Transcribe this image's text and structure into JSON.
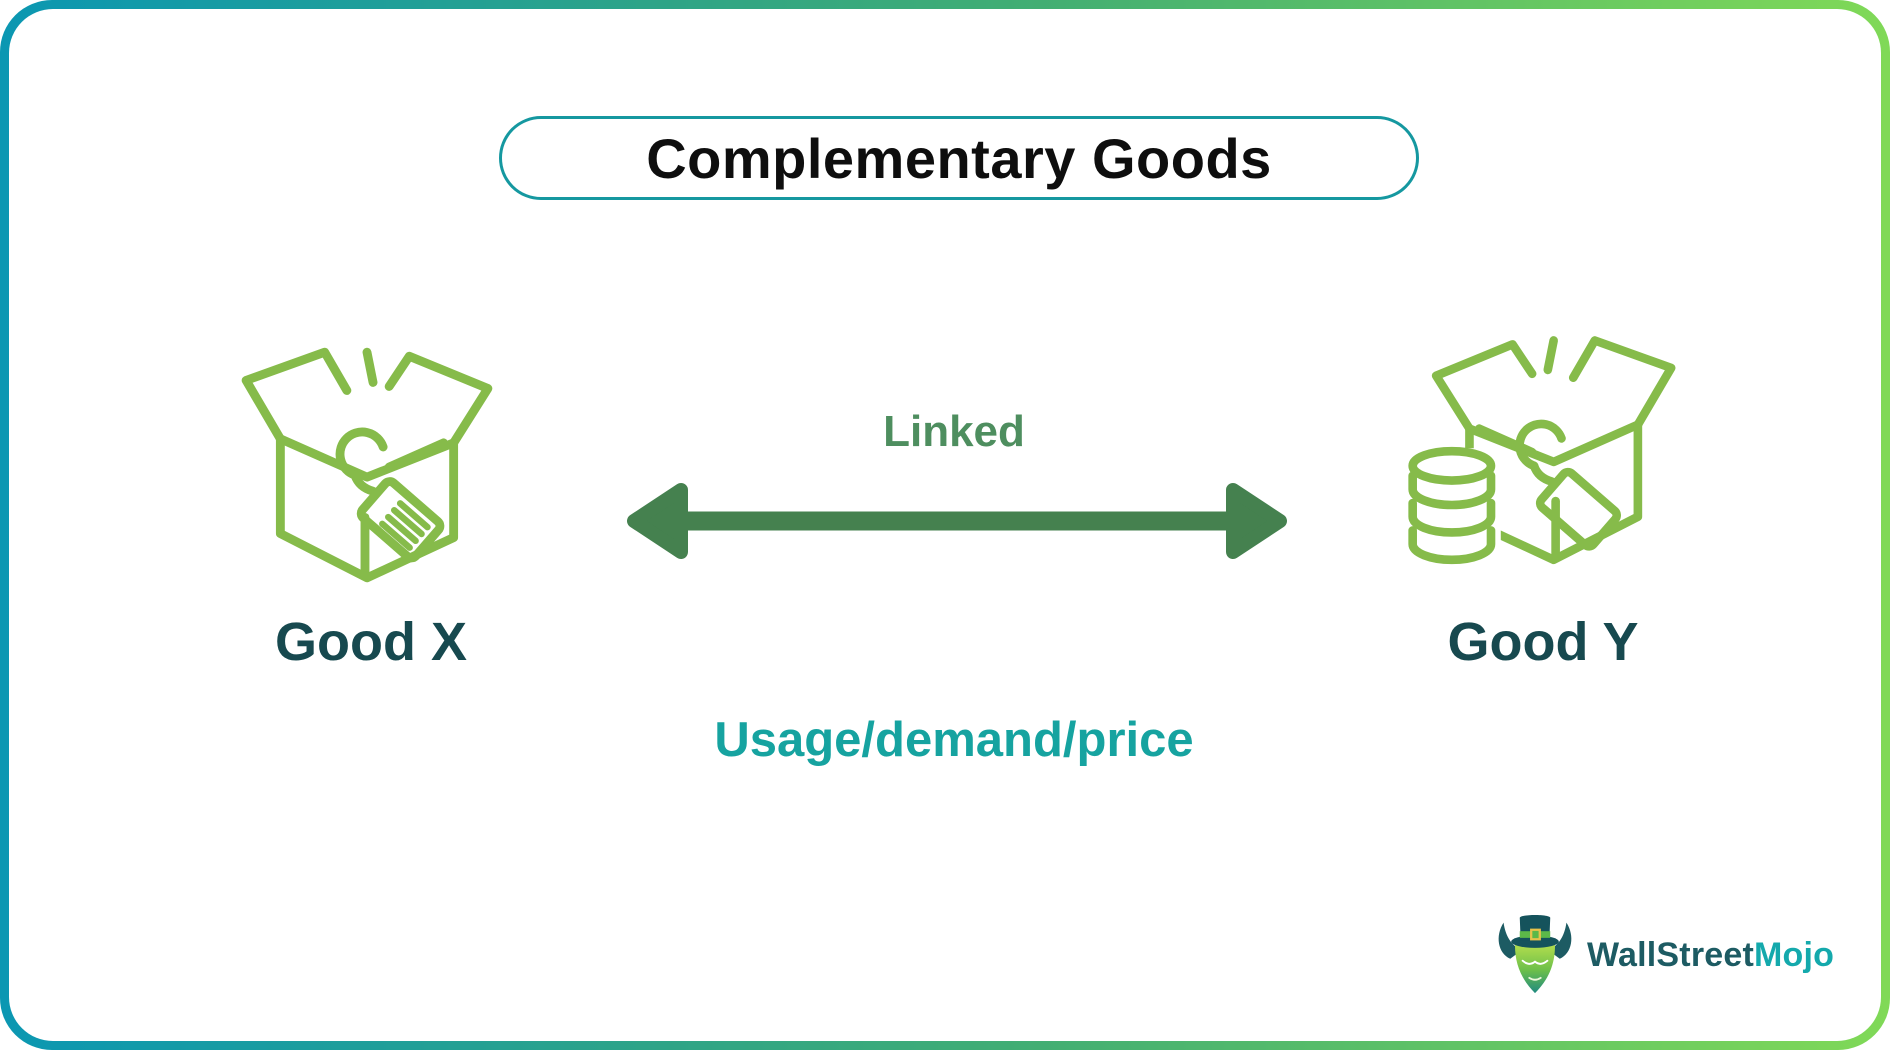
{
  "title": {
    "label": "Complementary Goods"
  },
  "goods": {
    "left": {
      "label": "Good X"
    },
    "right": {
      "label": "Good Y"
    }
  },
  "link": {
    "label": "Linked",
    "relation": "Usage/demand/price",
    "arrow_type": "double-headed"
  },
  "branding": {
    "name_part1": "WallStreet",
    "name_part2": "Mojo"
  },
  "icons": {
    "left_good": "open-box-with-price-tag-icon",
    "right_good": "open-box-with-price-tag-and-coins-icon",
    "link_arrow": "double-headed-arrow-icon",
    "mascot": "bull-with-top-hat-icon"
  },
  "colors": {
    "frame_gradient_left": "#0b97b2",
    "frame_gradient_mid": "#42ae73",
    "frame_gradient_right": "#80d957",
    "title_pill_border": "#1598a0",
    "title_text": "#0e0e0e",
    "box_icon_green": "#86bb4a",
    "arrow_green": "#45814f",
    "linked_text_green": "#4e8e5f",
    "good_label_teal": "#17494f",
    "relation_text_teal": "#16a3a0",
    "logo_dark_teal": "#1d5b63",
    "logo_bright_teal": "#14a9ac"
  }
}
